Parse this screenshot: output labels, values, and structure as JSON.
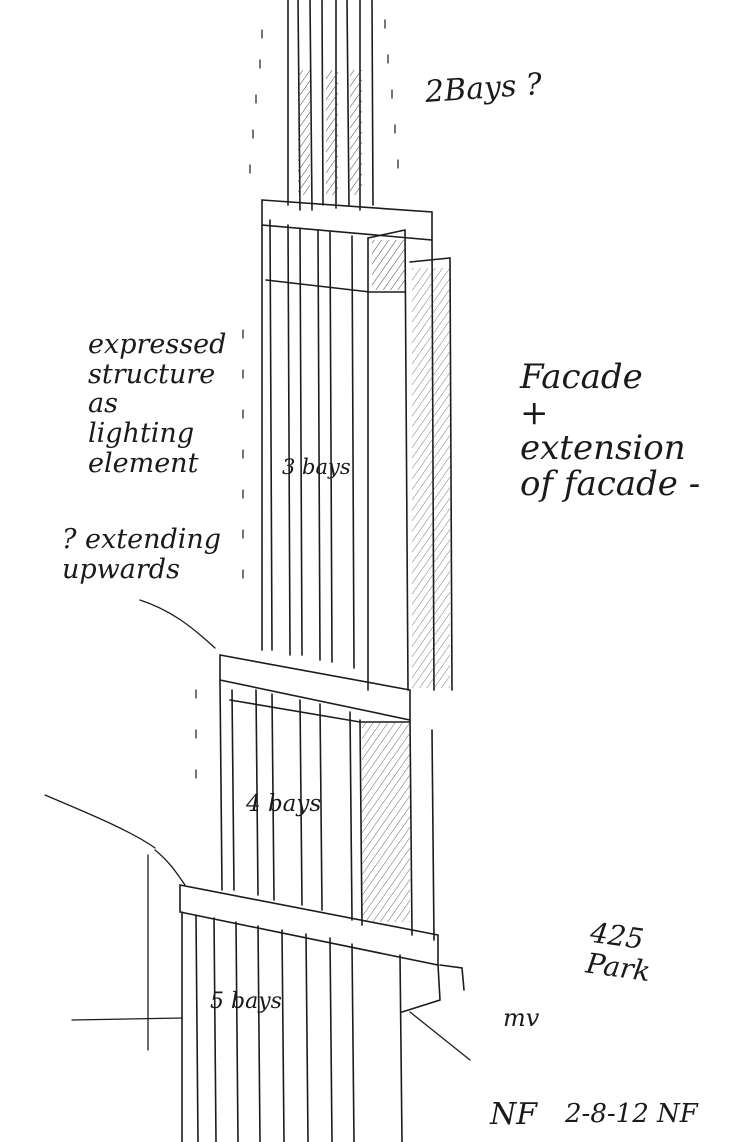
{
  "notes": {
    "two_bays": "2Bays ?",
    "expressed": "expressed\nstructure\nas\nlighting\nelement",
    "extending": "? extending\nupwards",
    "facade": "Facade\n+\nextension\nof facade -",
    "three_bays": "3 bays",
    "four_bays": "4 bays",
    "five_bays": "5 bays",
    "park": "425\nPark",
    "mv": "mv",
    "nf": "NF",
    "date": "2-8-12 NF"
  }
}
